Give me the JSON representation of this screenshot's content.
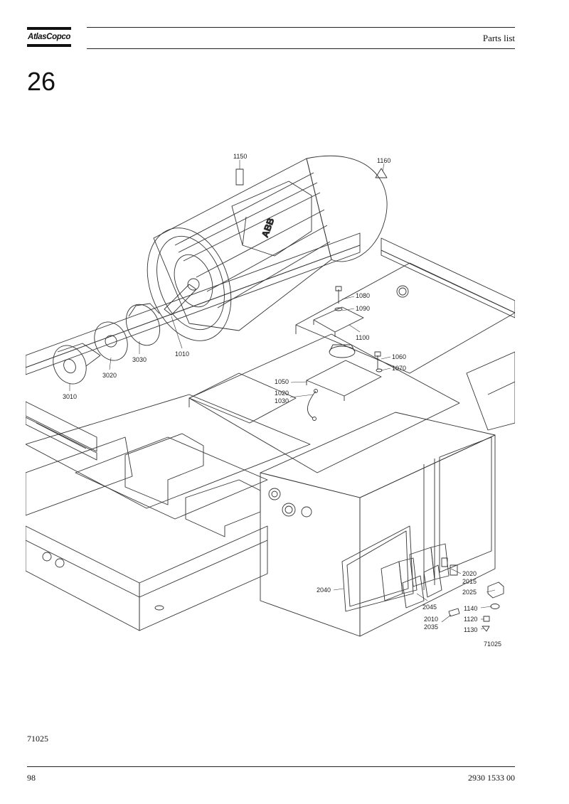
{
  "header": {
    "logo_text": "AtlasCopco",
    "title": "Parts list"
  },
  "section": {
    "number": "26"
  },
  "drawing": {
    "ref_in_figure": "71025",
    "callouts": {
      "c1150": "1150",
      "c1160": "1160",
      "c1080": "1080",
      "c1090": "1090",
      "c1100": "1100",
      "c1010": "1010",
      "c3030": "3030",
      "c3020": "3020",
      "c3010": "3010",
      "c1060": "1060",
      "c1070": "1070",
      "c1050": "1050",
      "c1020": "1020",
      "c1030": "1030",
      "c2020": "2020",
      "c2015": "2015",
      "c2025": "2025",
      "c2040": "2040",
      "c2045": "2045",
      "c1140": "1140",
      "c2010": "2010",
      "c2035": "2035",
      "c1120": "1120",
      "c1130": "1130"
    },
    "motor_brand": "ABB"
  },
  "footer": {
    "drawing_ref": "71025",
    "page_number": "98",
    "doc_number": "2930 1533 00"
  },
  "colors": {
    "ink": "#111111",
    "line": "#333333"
  }
}
